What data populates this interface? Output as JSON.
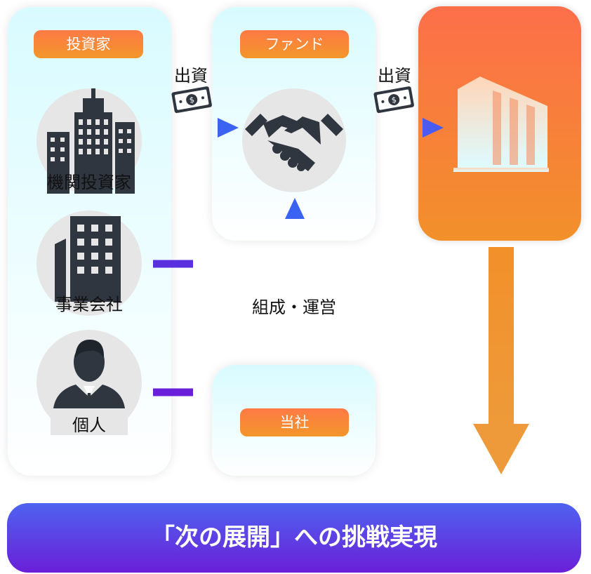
{
  "investors": {
    "tag": "投資家",
    "institutional": "機関投資家",
    "corporate": "事業会社",
    "individual": "個人"
  },
  "fund": {
    "tag": "ファンド"
  },
  "company": {
    "tag": "当社"
  },
  "flows": {
    "investment_1": "出資",
    "investment_2": "出資",
    "management": "組成・運営"
  },
  "banner": {
    "text": "「次の展開」への挑戦実現"
  },
  "colors": {
    "orange": "#f2902a",
    "blue": "#3a63f2",
    "purple": "#6a1fd8",
    "panel": "#d8fbff"
  }
}
